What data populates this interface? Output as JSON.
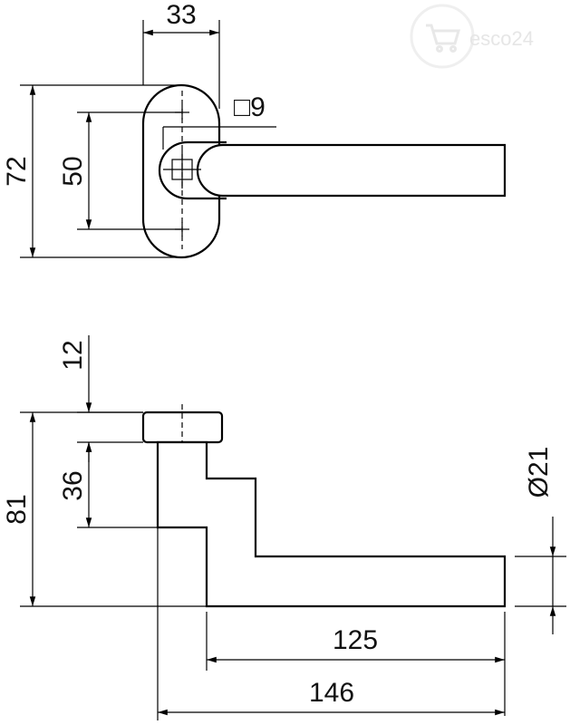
{
  "watermark": {
    "text": "esco24"
  },
  "top_view": {
    "width_dim": "33",
    "spindle_dim": "□9",
    "height_outer_dim": "72",
    "screw_spacing_dim": "50"
  },
  "side_view": {
    "rose_height_dim": "12",
    "neck_dim": "36",
    "total_height_dim": "81",
    "handle_dia_dim": "Ø21",
    "lever_length_dim": "125",
    "total_length_dim": "146"
  }
}
